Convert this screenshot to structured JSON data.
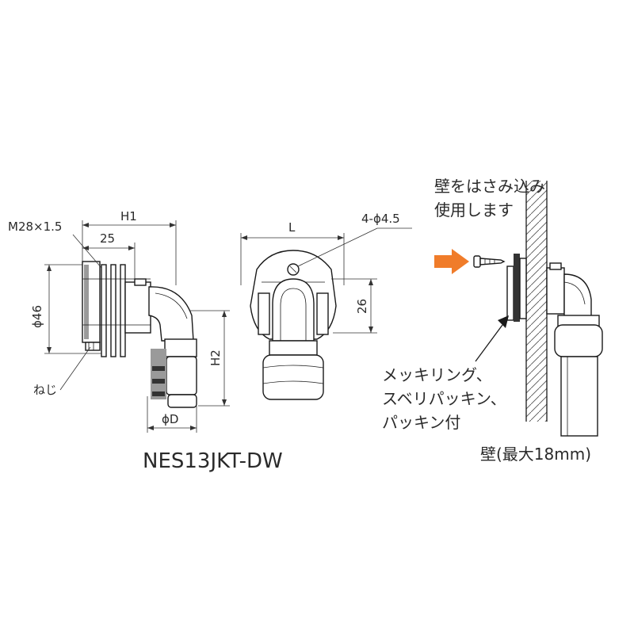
{
  "left_drawing": {
    "thread_spec": "M28×1.5",
    "dim_h1": "H1",
    "dim_25": "25",
    "dim_phi46": "ϕ46",
    "dim_h2": "H2",
    "dim_phid": "ϕD",
    "thread_label": "ねじ"
  },
  "middle_drawing": {
    "dim_l": "L",
    "holes": "4-ϕ4.5",
    "dim_26": "26"
  },
  "model_name": "NES13JKT-DW",
  "right_drawing": {
    "note_line1": "壁をはさみ込み",
    "note_line2": "使用します",
    "parts_line1": "メッキリング、",
    "parts_line2": "スベリパッキン、",
    "parts_line3": "パッキン付",
    "wall_label": "壁(最大18mm)",
    "arrow_color": "#f07c2a"
  }
}
